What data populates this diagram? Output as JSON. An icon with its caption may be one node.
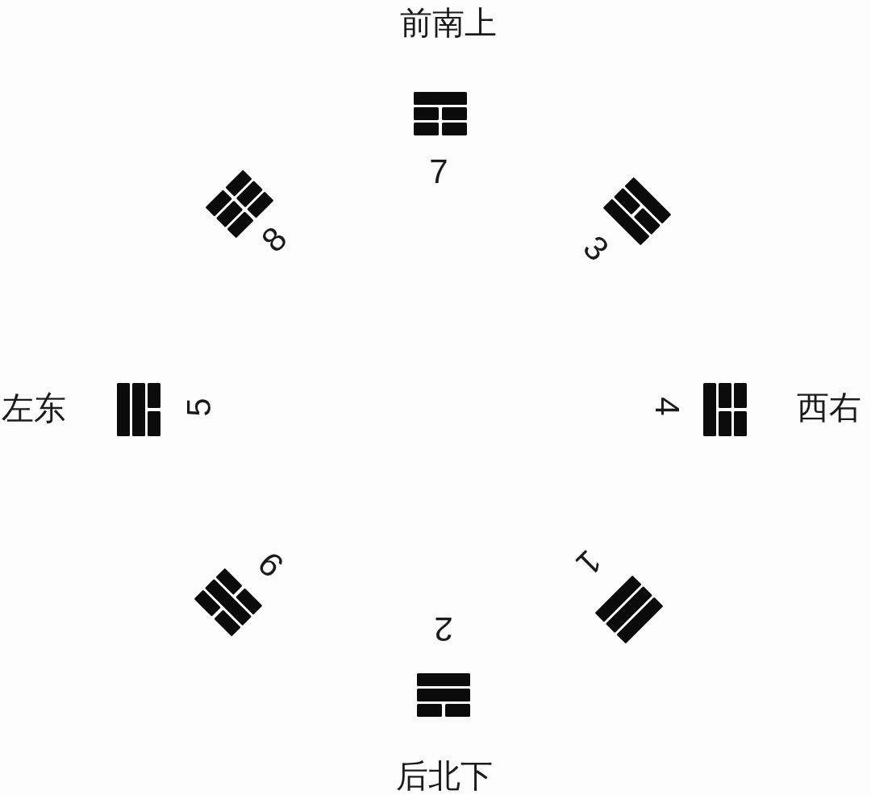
{
  "diagram": {
    "labels": [
      "前南上",
      "7",
      "8",
      "3",
      "左东",
      "5",
      "4",
      "西右",
      "9",
      "1",
      "2",
      "后北下"
    ]
  }
}
